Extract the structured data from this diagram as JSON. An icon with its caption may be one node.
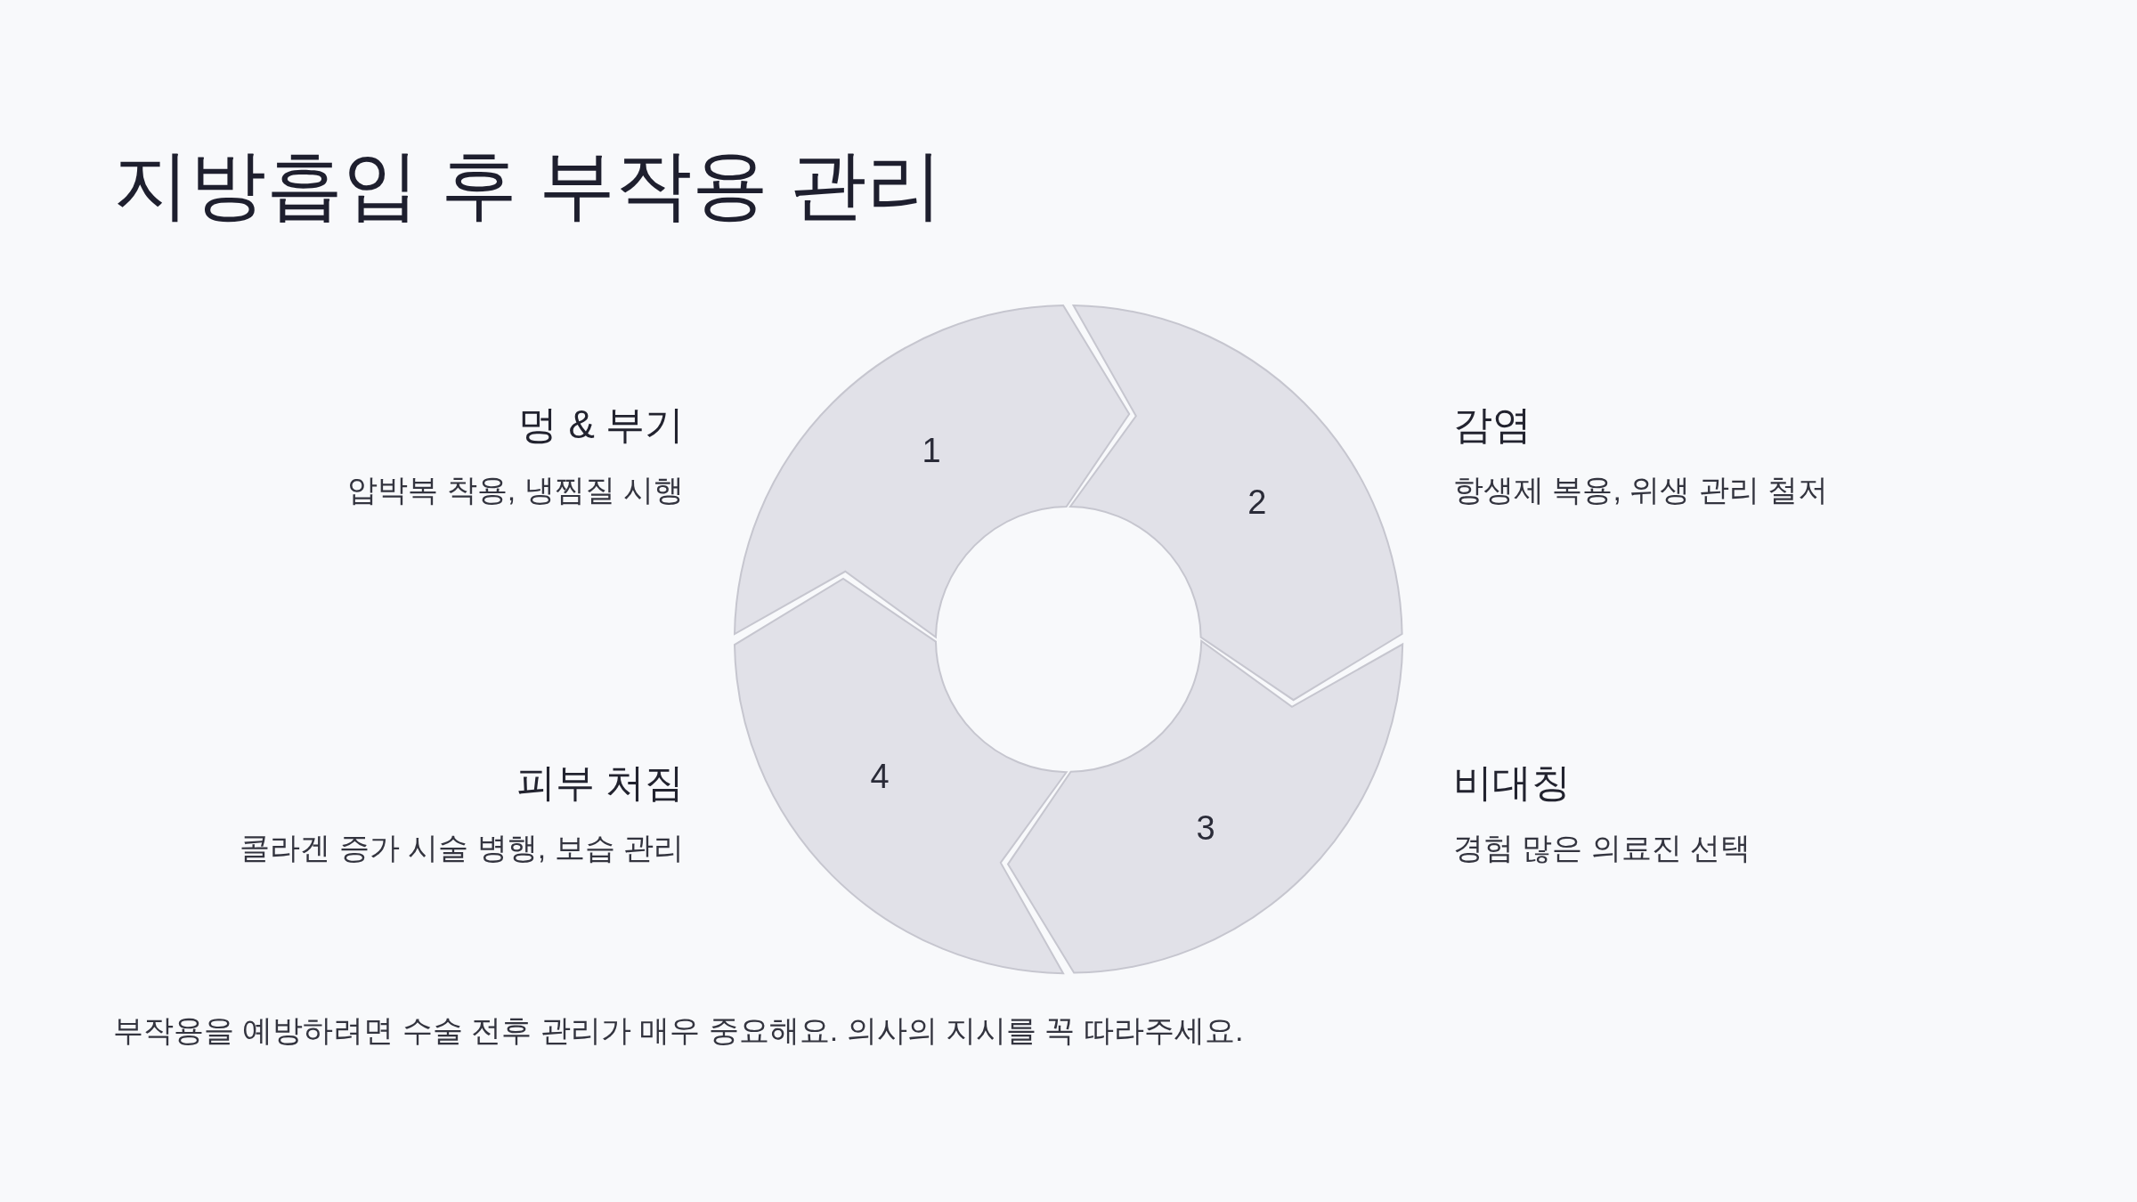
{
  "diagram": {
    "title": "지방흡입 후 부작용 관리",
    "nodes": [
      {
        "text": [
          "1"
        ],
        "beside": [
          "멍 & 부기",
          "압박복 착용, 냉찜질 시행"
        ]
      },
      {
        "text": [
          "2"
        ],
        "beside": [
          "감염",
          "항생제 복용, 위생 관리 철저"
        ]
      },
      {
        "text": [
          "3"
        ],
        "beside": [
          "비대칭",
          "경험 많은 의료진 선택"
        ]
      },
      {
        "text": [
          "4"
        ],
        "beside": [
          "피부 처짐",
          "콜라겐 증가 시술 병행, 보습 관리"
        ]
      }
    ],
    "caption": "부작용을 예방하려면 수술 전후 관리가 매우 중요해요. 의사의 지시를 꼭 따라주세요."
  }
}
